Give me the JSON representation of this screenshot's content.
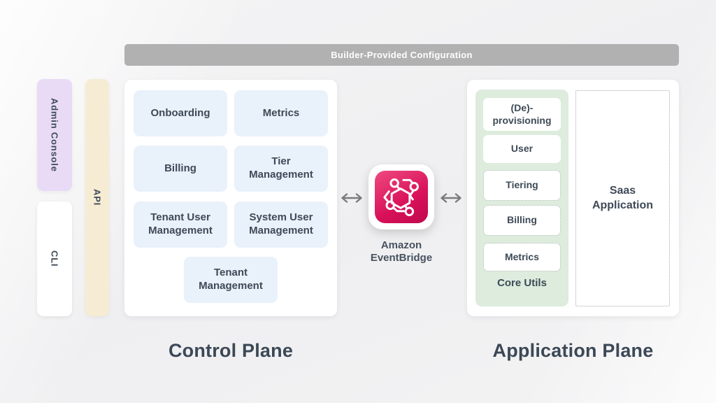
{
  "top_bar": {
    "label": "Builder-Provided Configuration"
  },
  "left_rail": {
    "admin_console_label": "Admin Console",
    "cli_label": "CLI",
    "api_label": "API"
  },
  "control_plane": {
    "title": "Control Plane",
    "services": [
      "Onboarding",
      "Metrics",
      "Billing",
      "Tier Management",
      "Tenant User Management",
      "System User Management",
      "Tenant Management"
    ]
  },
  "eventbridge": {
    "icon": "eventbridge-icon",
    "name_line1": "Amazon",
    "name_line2": "EventBridge"
  },
  "arrows": {
    "left_icon": "bidirectional-arrow-icon",
    "right_icon": "bidirectional-arrow-icon"
  },
  "application_plane": {
    "title": "Application Plane",
    "core_utils": {
      "label": "Core Utils",
      "items": [
        "(De)-provisioning",
        "User",
        "Tiering",
        "Billing",
        "Metrics"
      ]
    },
    "saas_application_label": "Saas Application"
  },
  "colors": {
    "top_bar_gray": "#b1b1b1",
    "admin_console_lavender": "#e9dbf6",
    "api_cream": "#f6ecd3",
    "service_box_blue": "#e9f1fb",
    "core_utils_green": "#ddecdd",
    "eventbridge_pink_light": "#ef4a80",
    "eventbridge_pink_dark": "#c00a4f",
    "text_dark": "#3e4a57"
  }
}
